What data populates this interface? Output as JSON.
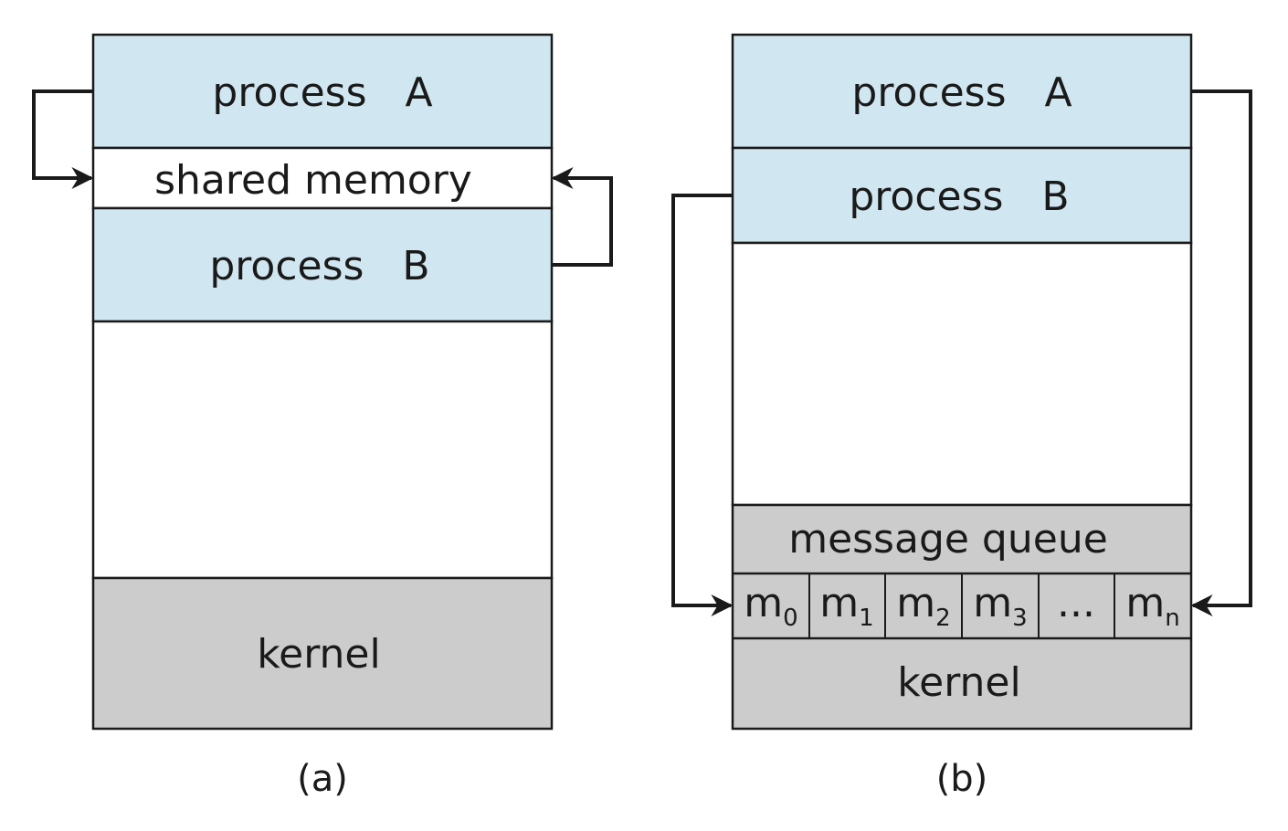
{
  "colors": {
    "process_fill": "#d0e6f0",
    "kernel_fill": "#cccccc",
    "shared_fill": "#ffffff",
    "stroke": "#1a1a1a"
  },
  "panel_a": {
    "process_a": "process   A",
    "shared_memory": "shared memory",
    "process_b": "process   B",
    "kernel": "kernel",
    "caption": "(a)"
  },
  "panel_b": {
    "process_a": "process   A",
    "process_b": "process   B",
    "message_queue": "message queue",
    "messages": [
      {
        "base": "m",
        "sub": "0"
      },
      {
        "base": "m",
        "sub": "1"
      },
      {
        "base": "m",
        "sub": "2"
      },
      {
        "base": "m",
        "sub": "3"
      },
      {
        "base": "...",
        "sub": ""
      },
      {
        "base": "m",
        "sub": "n"
      }
    ],
    "kernel": "kernel",
    "caption": "(b)"
  }
}
